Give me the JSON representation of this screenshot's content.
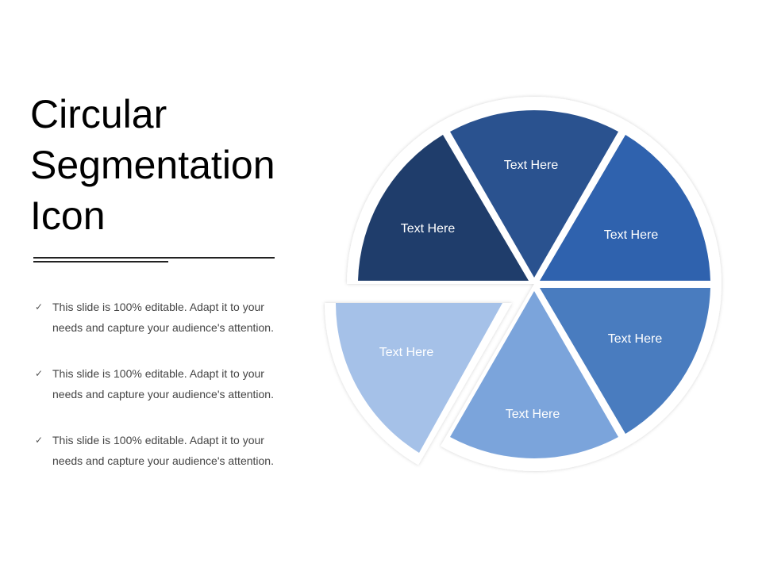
{
  "slide": {
    "title_lines": [
      "Circular",
      "Segmentation",
      "Icon"
    ],
    "bullets": [
      {
        "icon": "check-icon",
        "line1": "This slide is 100% editable. Adapt it to your",
        "line2": "needs and capture your audience's attention."
      },
      {
        "icon": "check-icon",
        "line1": "This slide is 100% editable. Adapt it to your",
        "line2": "needs and capture your audience's attention."
      },
      {
        "icon": "check-icon",
        "line1": "This slide is 100% editable. Adapt it to your",
        "line2": "needs and capture your audience's attention."
      }
    ]
  },
  "diagram": {
    "segments": [
      {
        "label": "Text Here",
        "color": "#1f3d6b",
        "position": "upper-left"
      },
      {
        "label": "Text Here",
        "color": "#2a528f",
        "position": "top"
      },
      {
        "label": "Text Here",
        "color": "#2f62ae",
        "position": "upper-right"
      },
      {
        "label": "Text Here",
        "color": "#497cbf",
        "position": "lower-right"
      },
      {
        "label": "Text Here",
        "color": "#7ba4db",
        "position": "bottom"
      },
      {
        "label": "Text Here",
        "color": "#a5c1e8",
        "position": "lower-left",
        "detached": true
      }
    ]
  }
}
